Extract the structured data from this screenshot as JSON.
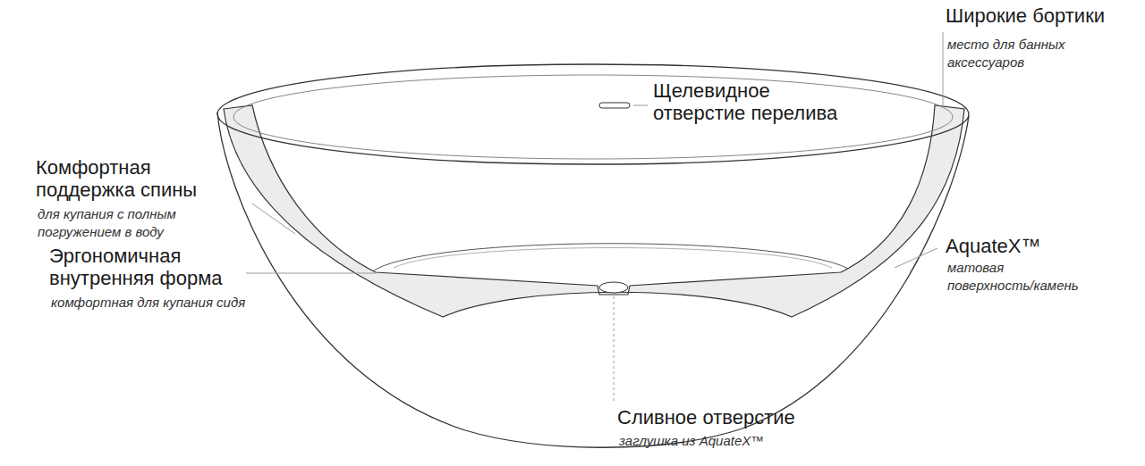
{
  "diagram": {
    "labels": [
      "Широкие бортики",
      "место для банных аксессуаров",
      "Щелевидное отверстие перелива",
      "Комфортная поддержка спины",
      "для купания с полным погружением в воду",
      "Эргономичная внутренняя форма",
      "комфортная для купания сидя",
      "AquateX™",
      "матовая поверхность/камень",
      "Сливное отверстие",
      "заглушка из AquateX™"
    ]
  }
}
